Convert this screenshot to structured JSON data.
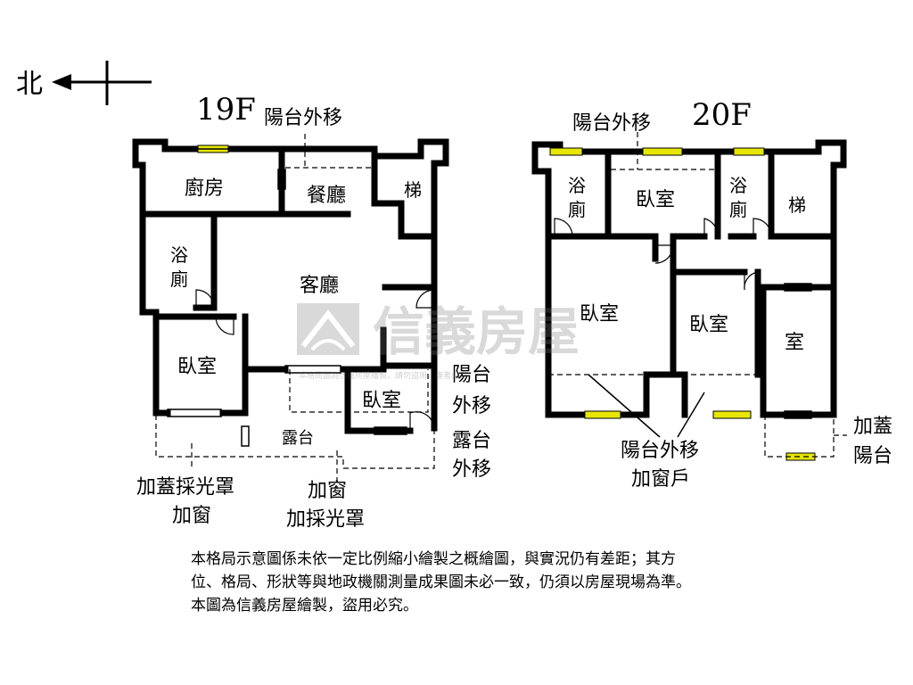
{
  "compass": {
    "north_label": "北"
  },
  "floor_19": {
    "title": "19F",
    "rooms": {
      "kitchen": "廚房",
      "dining": "餐廳",
      "stairs": "梯",
      "bath_top": "浴",
      "bath_bottom": "廁",
      "living": "客廳",
      "bedroom_west": "臥室",
      "bedroom_small": "臥室",
      "terrace": "露台"
    },
    "notes": {
      "balcony_move_top": "陽台外移",
      "balcony_move_right_1": "陽台",
      "balcony_move_right_2": "外移",
      "terrace_move_1": "露台",
      "terrace_move_2": "外移",
      "skylight_1": "加蓋採光罩",
      "skylight_2": "加窗",
      "window_1": "加窗",
      "window_2": "加採光罩"
    }
  },
  "floor_20": {
    "title": "20F",
    "rooms": {
      "bath1_top": "浴",
      "bath1_bottom": "廁",
      "bedroom_top": "臥室",
      "bath2_top": "浴",
      "bath2_bottom": "廁",
      "stairs": "梯",
      "bedroom_west": "臥室",
      "bedroom_mid": "臥室",
      "room_east": "室"
    },
    "notes": {
      "balcony_move_top": "陽台外移",
      "balcony_move_bottom_1": "陽台外移",
      "balcony_move_bottom_2": "加窗戶",
      "added_balcony_1": "加蓋",
      "added_balcony_2": "陽台"
    }
  },
  "watermark": {
    "brand": "信義房屋",
    "small_text": "本格局圖為信義房屋繪製，請勿盜用，違者必究"
  },
  "disclaimer": {
    "line1": "本格局示意圖係未依一定比例縮小繪製之概繪圖，與實況仍有差距；其方",
    "line2": "位、格局、形狀等與地政機關測量成果圖未必一致，仍須以房屋現場為準。",
    "line3": "本圖為信義房屋繪製，盜用必究。"
  },
  "colors": {
    "wall": "#000000",
    "window": "#e6e600",
    "watermark": "#8a8a8a"
  }
}
